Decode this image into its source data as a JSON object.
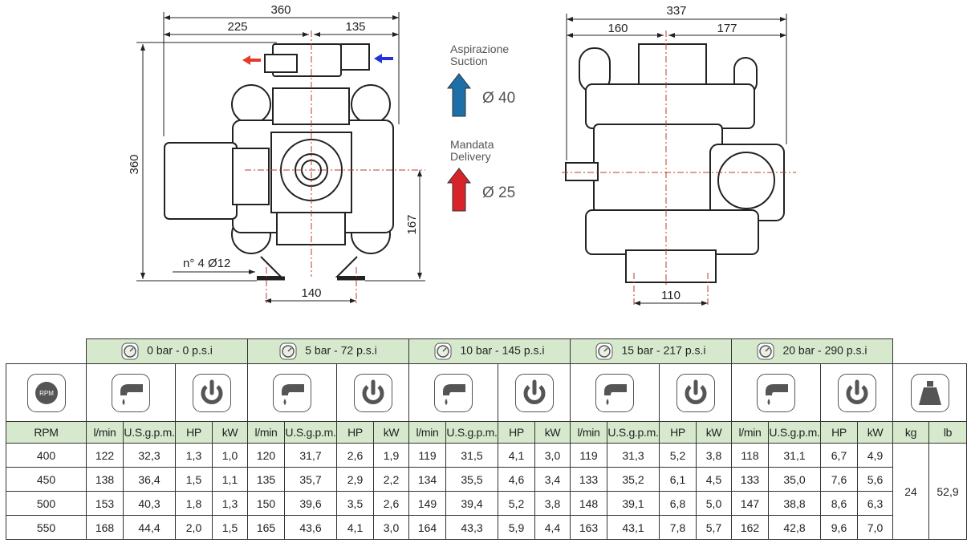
{
  "front_view": {
    "dim_total_width": "360",
    "dim_left": "225",
    "dim_right": "135",
    "dim_height": "360",
    "dim_base_height": "167",
    "dim_feet_spacing": "140",
    "holes_label": "n° 4 Ø12"
  },
  "side_view": {
    "dim_total_width": "337",
    "dim_left": "160",
    "dim_right": "177",
    "dim_base": "110"
  },
  "legend": {
    "suction_it": "Aspirazione",
    "suction_en": "Suction",
    "suction_diameter": "Ø 40",
    "delivery_it": "Mandata",
    "delivery_en": "Delivery",
    "delivery_diameter": "Ø 25",
    "colors": {
      "suction": "#1e6fa8",
      "delivery": "#d8232a",
      "header_green": "#d6e9cd"
    }
  },
  "table": {
    "pressures": [
      "0 bar - 0 p.s.i",
      "5 bar - 72 p.s.i",
      "10 bar - 145 p.s.i",
      "15 bar - 217 p.s.i",
      "20 bar - 290 p.s.i"
    ],
    "icons": {
      "rpm": "rpm-icon",
      "flow": "tap-flow-icon",
      "power": "power-icon",
      "weight": "weight-icon",
      "pressure": "pressure-gauge-icon"
    },
    "rpm_icon_text": "RPM",
    "headers": {
      "rpm": "RPM",
      "lmin": "l/min",
      "usgpm": "U.S.g.p.m.",
      "hp": "HP",
      "kw": "kW",
      "kg": "kg",
      "lb": "lb"
    },
    "rows": [
      {
        "rpm": "400",
        "values": [
          [
            "122",
            "32,3",
            "1,3",
            "1,0"
          ],
          [
            "120",
            "31,7",
            "2,6",
            "1,9"
          ],
          [
            "119",
            "31,5",
            "4,1",
            "3,0"
          ],
          [
            "119",
            "31,3",
            "5,2",
            "3,8"
          ],
          [
            "118",
            "31,1",
            "6,7",
            "4,9"
          ]
        ]
      },
      {
        "rpm": "450",
        "values": [
          [
            "138",
            "36,4",
            "1,5",
            "1,1"
          ],
          [
            "135",
            "35,7",
            "2,9",
            "2,2"
          ],
          [
            "134",
            "35,5",
            "4,6",
            "3,4"
          ],
          [
            "133",
            "35,2",
            "6,1",
            "4,5"
          ],
          [
            "133",
            "35,0",
            "7,6",
            "5,6"
          ]
        ]
      },
      {
        "rpm": "500",
        "values": [
          [
            "153",
            "40,3",
            "1,8",
            "1,3"
          ],
          [
            "150",
            "39,6",
            "3,5",
            "2,6"
          ],
          [
            "149",
            "39,4",
            "5,2",
            "3,8"
          ],
          [
            "148",
            "39,1",
            "6,8",
            "5,0"
          ],
          [
            "147",
            "38,8",
            "8,6",
            "6,3"
          ]
        ]
      },
      {
        "rpm": "550",
        "values": [
          [
            "168",
            "44,4",
            "2,0",
            "1,5"
          ],
          [
            "165",
            "43,6",
            "4,1",
            "3,0"
          ],
          [
            "164",
            "43,3",
            "5,9",
            "4,4"
          ],
          [
            "163",
            "43,1",
            "7,8",
            "5,7"
          ],
          [
            "162",
            "42,8",
            "9,6",
            "7,0"
          ]
        ]
      }
    ],
    "weight_kg": "24",
    "weight_lb": "52,9"
  }
}
